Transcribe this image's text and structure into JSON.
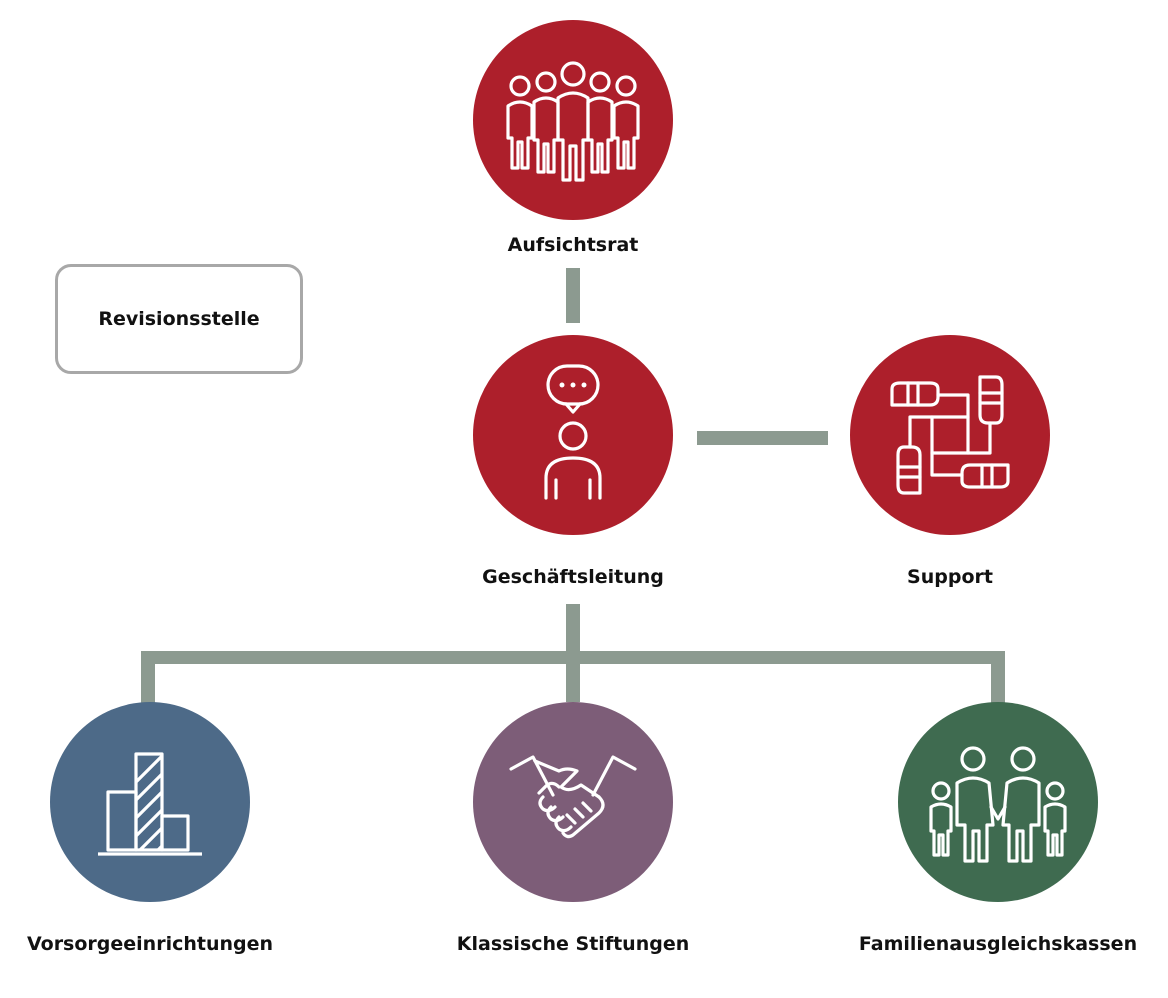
{
  "nodes": {
    "aufsichtsrat": {
      "label": "Aufsichtsrat",
      "color": "#ad1f2b",
      "icon": "group-icon"
    },
    "geschaeftsleitung": {
      "label": "Geschäftsleitung",
      "color": "#ad1f2b",
      "icon": "person-speech-icon"
    },
    "support": {
      "label": "Support",
      "color": "#ad1f2b",
      "icon": "hands-teamwork-icon"
    },
    "vorsorge": {
      "label": "Vorsorgeeinrichtungen",
      "color": "#4d6a88",
      "icon": "bar-chart-icon"
    },
    "stiftungen": {
      "label": "Klassische Stiftungen",
      "color": "#7d5d78",
      "icon": "handshake-icon"
    },
    "familien": {
      "label": "Familienausgleichskassen",
      "color": "#3f6b50",
      "icon": "family-icon"
    }
  },
  "revision": {
    "label": "Revisionsstelle"
  },
  "colors": {
    "connector": "#8c9a90",
    "box_border": "#a8a8a8"
  }
}
